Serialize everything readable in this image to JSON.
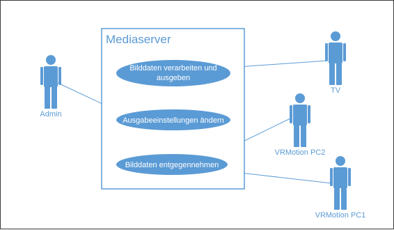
{
  "colors": {
    "accent": "#5b9bd5",
    "line": "#5b9bd5",
    "background": "#ffffff"
  },
  "system": {
    "title": "Mediaserver"
  },
  "use_cases": [
    {
      "id": "uc1",
      "lines": [
        "Bilddaten verarbeiten und",
        "ausgeben"
      ]
    },
    {
      "id": "uc2",
      "lines": [
        "Ausgabeeinstellungen ändern"
      ]
    },
    {
      "id": "uc3",
      "lines": [
        "Bilddaten entgegennehmen"
      ]
    }
  ],
  "actors": [
    {
      "id": "admin",
      "label": "Admin"
    },
    {
      "id": "tv",
      "label": "TV"
    },
    {
      "id": "pc2",
      "label": "VRMotion PC2"
    },
    {
      "id": "pc1",
      "label": "VRMotion PC1"
    }
  ],
  "associations": [
    {
      "from": "admin",
      "to": "uc2"
    },
    {
      "from": "tv",
      "to": "uc1"
    },
    {
      "from": "pc2",
      "to": "uc3"
    },
    {
      "from": "pc1",
      "to": "uc3"
    }
  ]
}
